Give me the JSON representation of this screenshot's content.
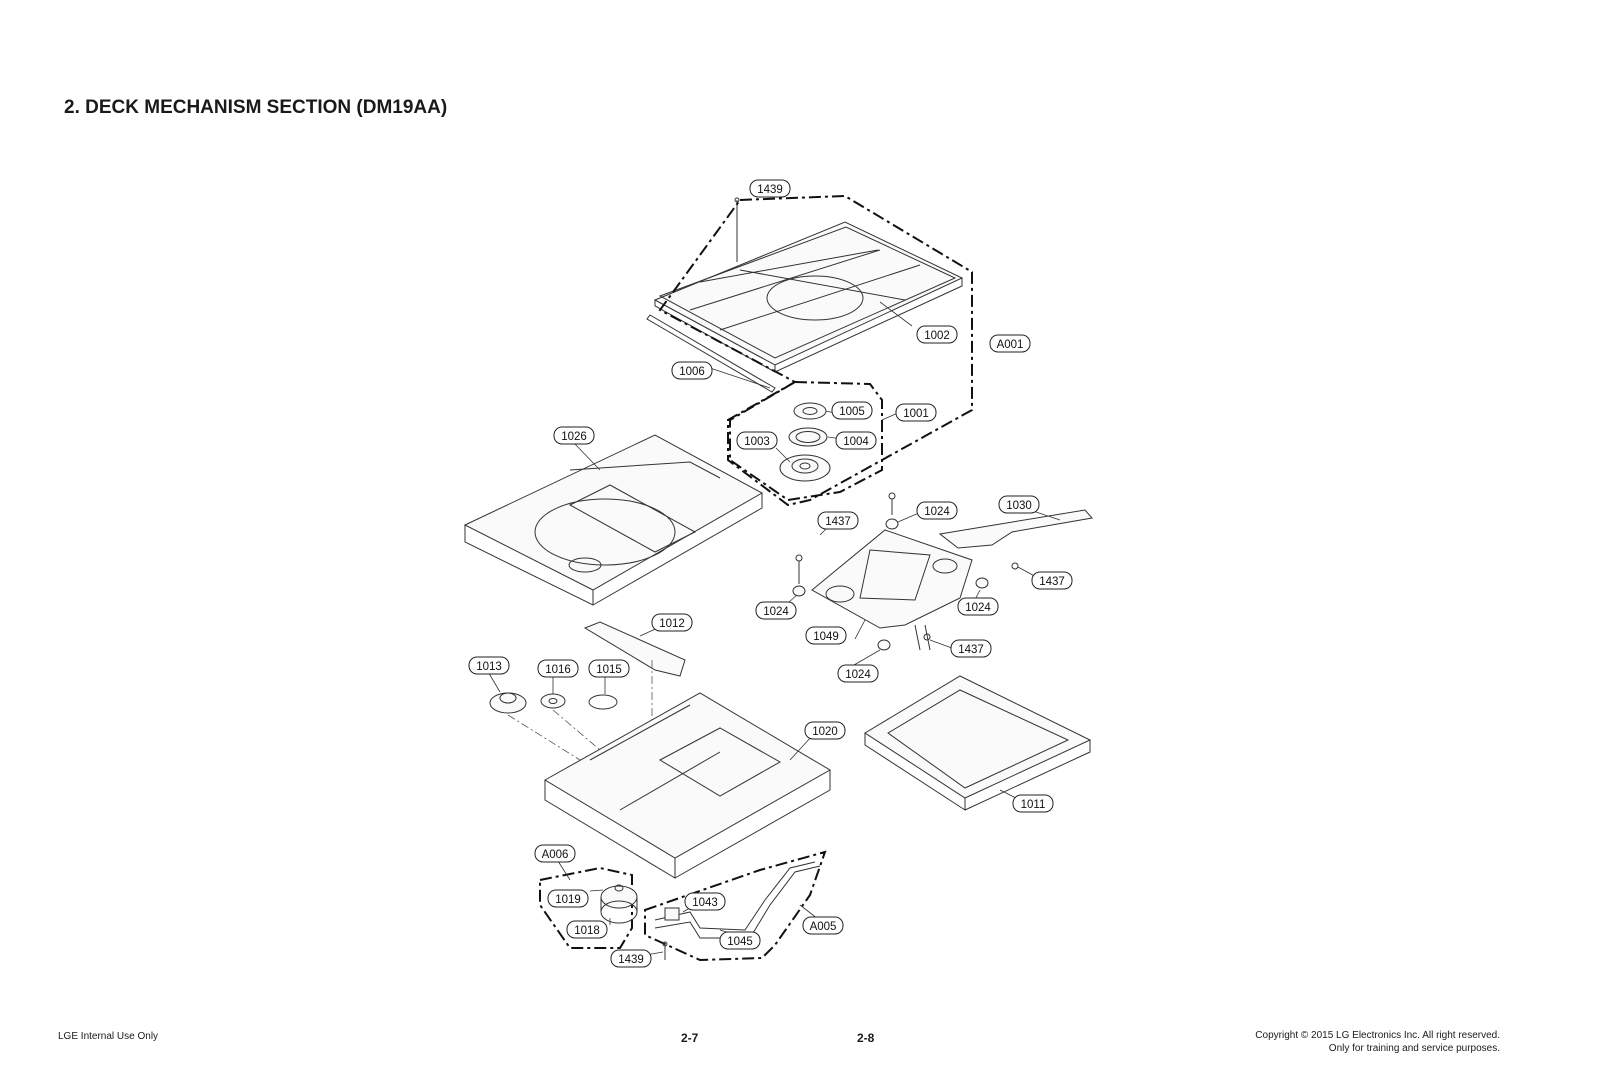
{
  "page": {
    "title": "2. DECK MECHANISM SECTION (DM19AA)",
    "footer_left": "LGE Internal Use Only",
    "page_left": "2-7",
    "page_right": "2-8",
    "copyright_line1": "Copyright © 2015 LG Electronics Inc. All right reserved.",
    "copyright_line2": "Only for training and service purposes."
  },
  "labels": [
    {
      "id": "l1439a",
      "text": "1439"
    },
    {
      "id": "l1002",
      "text": "1002"
    },
    {
      "id": "lA001",
      "text": "A001"
    },
    {
      "id": "l1006",
      "text": "1006"
    },
    {
      "id": "l1005",
      "text": "1005"
    },
    {
      "id": "l1001",
      "text": "1001"
    },
    {
      "id": "l1003",
      "text": "1003"
    },
    {
      "id": "l1004",
      "text": "1004"
    },
    {
      "id": "l1026",
      "text": "1026"
    },
    {
      "id": "l1024a",
      "text": "1024"
    },
    {
      "id": "l1030",
      "text": "1030"
    },
    {
      "id": "l1437a",
      "text": "1437"
    },
    {
      "id": "l1437b",
      "text": "1437"
    },
    {
      "id": "l1024b",
      "text": "1024"
    },
    {
      "id": "l1024c",
      "text": "1024"
    },
    {
      "id": "l1012",
      "text": "1012"
    },
    {
      "id": "l1049",
      "text": "1049"
    },
    {
      "id": "l1437c",
      "text": "1437"
    },
    {
      "id": "l1013",
      "text": "1013"
    },
    {
      "id": "l1016",
      "text": "1016"
    },
    {
      "id": "l1015",
      "text": "1015"
    },
    {
      "id": "l1024d",
      "text": "1024"
    },
    {
      "id": "l1020",
      "text": "1020"
    },
    {
      "id": "l1011",
      "text": "1011"
    },
    {
      "id": "lA006",
      "text": "A006"
    },
    {
      "id": "l1019",
      "text": "1019"
    },
    {
      "id": "l1043",
      "text": "1043"
    },
    {
      "id": "l1018",
      "text": "1018"
    },
    {
      "id": "lA005",
      "text": "A005"
    },
    {
      "id": "l1045",
      "text": "1045"
    },
    {
      "id": "l1439b",
      "text": "1439"
    }
  ]
}
